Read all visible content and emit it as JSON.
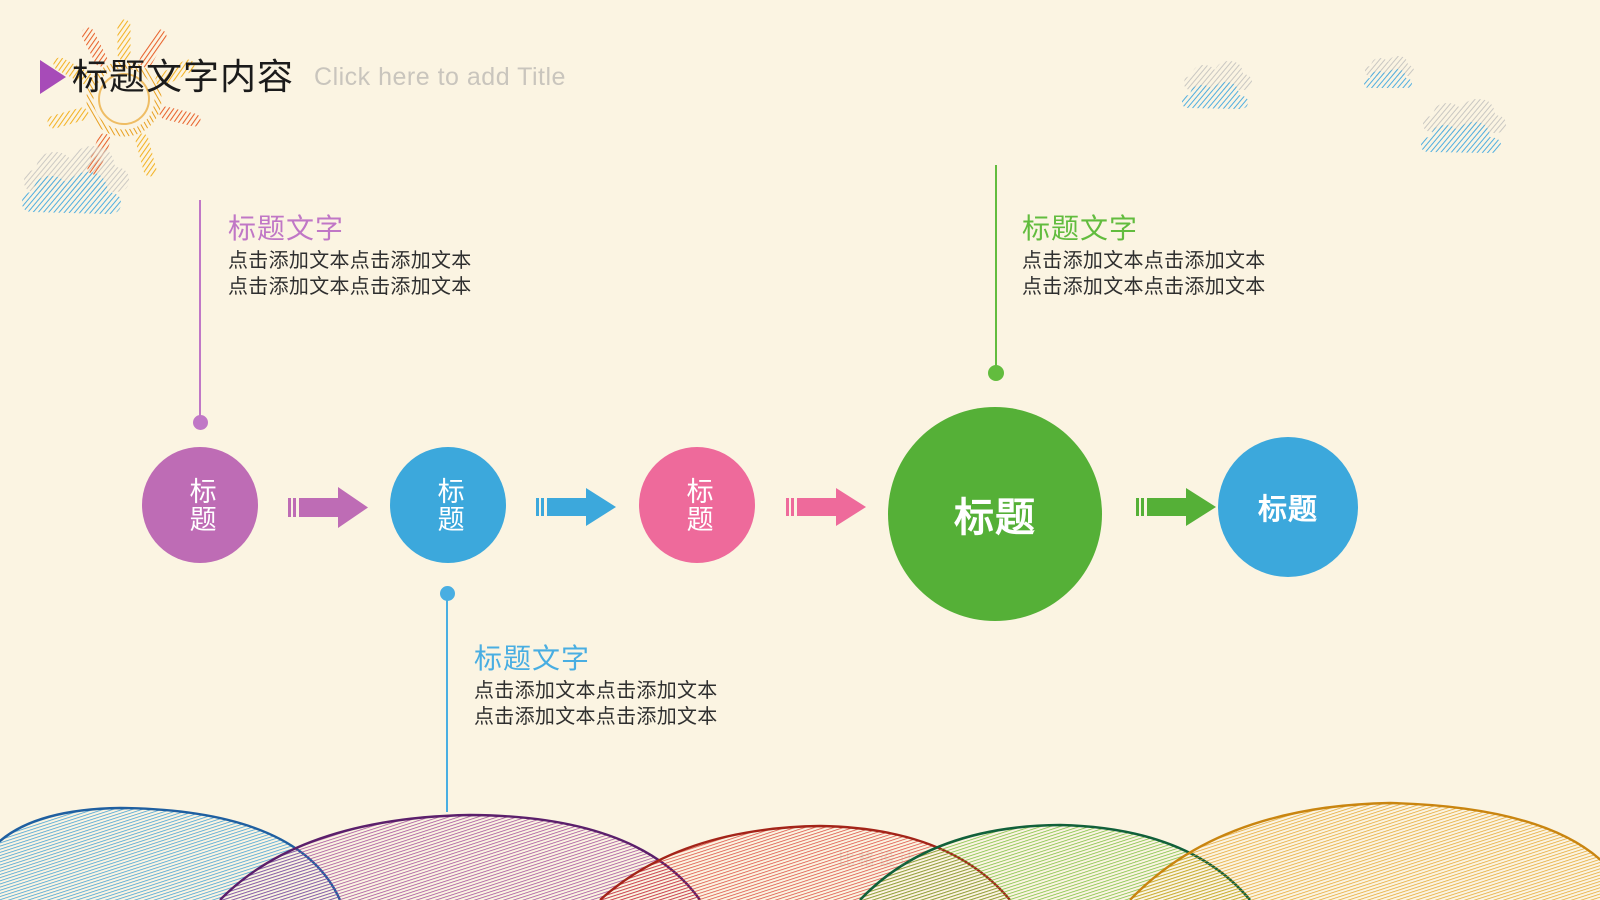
{
  "slide": {
    "background_color": "#FBF4E2",
    "watermark_text": "比格设计"
  },
  "header": {
    "bullet_icon": "triangle-right-icon",
    "bullet_color": "#A74BB8",
    "title": "标题文字内容",
    "subtitle": "Click here to add Title",
    "title_color": "#1b1b1b",
    "subtitle_color": "#C9C5BD"
  },
  "decorations": {
    "sun": "sun-icon",
    "clouds": [
      "cloud-icon",
      "cloud-icon",
      "cloud-icon",
      "cloud-icon"
    ],
    "hills": [
      "hill-blue",
      "hill-purple",
      "hill-red",
      "hill-green",
      "hill-orange"
    ],
    "hill_colors": [
      "#3F9FD4",
      "#8E3A8E",
      "#D8382B",
      "#6FB92C",
      "#E3A021"
    ]
  },
  "flow": {
    "nodes": [
      {
        "id": "node-1",
        "label": "标题",
        "color": "#BE6CB5",
        "layout": "stacked",
        "size": "small"
      },
      {
        "id": "node-2",
        "label": "标题",
        "color": "#3CA8DC",
        "layout": "stacked",
        "size": "small"
      },
      {
        "id": "node-3",
        "label": "标题",
        "color": "#EE6A9B",
        "layout": "stacked",
        "size": "small"
      },
      {
        "id": "node-4",
        "label": "标题",
        "color": "#55B037",
        "layout": "horizontal",
        "size": "large"
      },
      {
        "id": "node-5",
        "label": "标题",
        "color": "#3CA8DC",
        "layout": "horizontal",
        "size": "medium"
      }
    ],
    "arrows": [
      {
        "id": "arrow-1",
        "color": "#BE6CB5",
        "direction": "right"
      },
      {
        "id": "arrow-2",
        "color": "#3CA8DC",
        "direction": "right"
      },
      {
        "id": "arrow-3",
        "color": "#EE6A9B",
        "direction": "right"
      },
      {
        "id": "arrow-4",
        "color": "#55B037",
        "direction": "right"
      }
    ]
  },
  "callouts": [
    {
      "id": "callout-1",
      "title": "标题文字",
      "title_color": "#C077C6",
      "line1": "点击添加文本点击添加文本",
      "line2": "点击添加文本点击添加文本",
      "connector_color": "#C077C6",
      "attached_to": "node-1"
    },
    {
      "id": "callout-2",
      "title": "标题文字",
      "title_color": "#62BC3E",
      "line1": "点击添加文本点击添加文本",
      "line2": "点击添加文本点击添加文本",
      "connector_color": "#62BC3E",
      "attached_to": "node-4"
    },
    {
      "id": "callout-3",
      "title": "标题文字",
      "title_color": "#49AEE2",
      "line1": "点击添加文本点击添加文本",
      "line2": "点击添加文本点击添加文本",
      "connector_color": "#49AEE2",
      "attached_to": "node-2"
    }
  ]
}
